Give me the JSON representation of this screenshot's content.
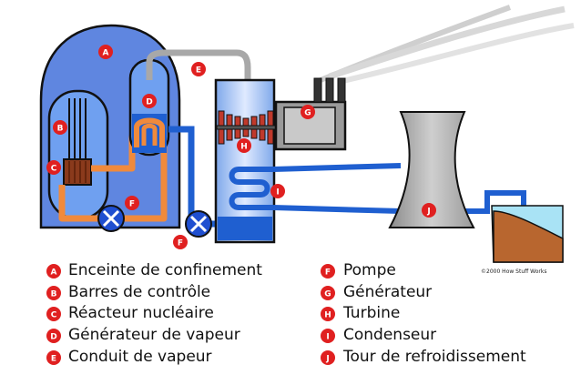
{
  "badges": {
    "A": "A",
    "B": "B",
    "C": "C",
    "D": "D",
    "E": "E",
    "F": "F",
    "G": "G",
    "H": "H",
    "I": "I",
    "J": "J"
  },
  "legend": [
    {
      "letter": "A",
      "label": "Enceinte de confinement"
    },
    {
      "letter": "B",
      "label": "Barres de contrôle"
    },
    {
      "letter": "C",
      "label": "Réacteur nucléaire"
    },
    {
      "letter": "D",
      "label": "Générateur de vapeur"
    },
    {
      "letter": "E",
      "label": "Conduit de vapeur"
    },
    {
      "letter": "F",
      "label": "Pompe"
    },
    {
      "letter": "G",
      "label": "Générateur"
    },
    {
      "letter": "H",
      "label": "Turbine"
    },
    {
      "letter": "I",
      "label": "Condenseur"
    },
    {
      "letter": "J",
      "label": "Tour de refroidissement"
    }
  ],
  "copyright": "©2000 How Stuff Works",
  "colors": {
    "badge": "#e02020",
    "containment": "#5f86e0",
    "water_blue": "#1f5fd0",
    "hot_pipe": "#f08a3c",
    "steam_grey": "#a8a8a8"
  }
}
